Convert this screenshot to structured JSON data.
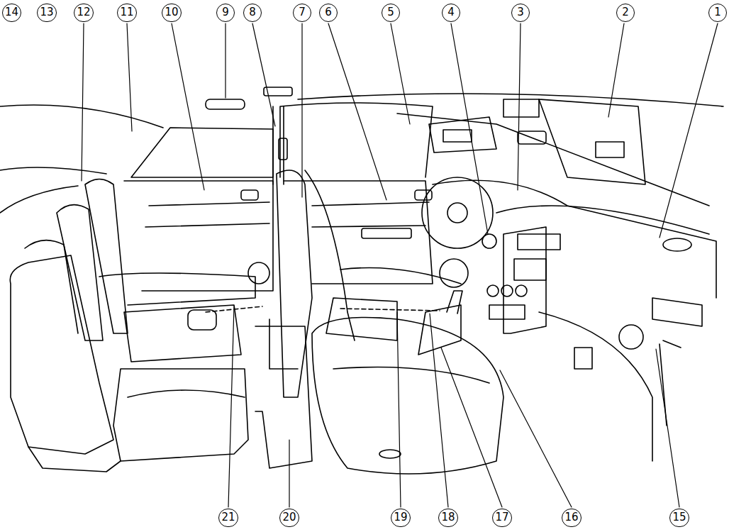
{
  "diagram": {
    "labels": [
      "14",
      "13",
      "12",
      "11",
      "10",
      "9",
      "8",
      "7",
      "6",
      "5",
      "4",
      "3",
      "2",
      "1",
      "21",
      "20",
      "19",
      "18",
      "17",
      "16",
      "15"
    ]
  }
}
